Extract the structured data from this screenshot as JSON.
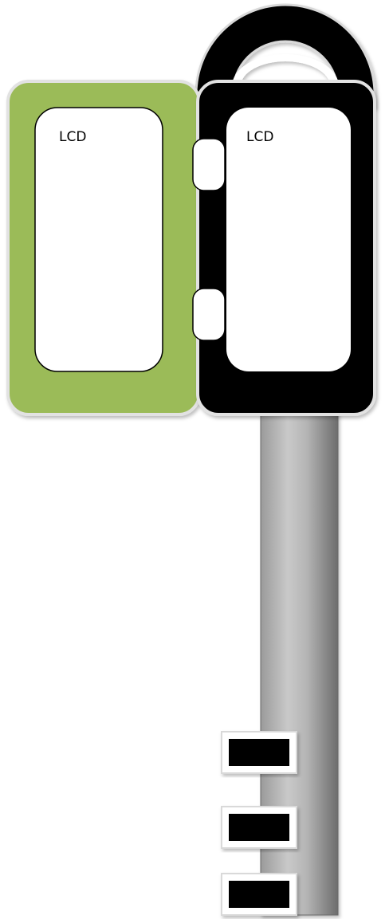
{
  "panels": {
    "left_screen_label": "LCD",
    "right_screen_label": "LCD"
  },
  "colors": {
    "left_panel": "#9bbb59",
    "right_panel": "#000000",
    "screen": "#ffffff",
    "shaft_light": "#d4d4d4",
    "shaft_dark": "#7a7a7a",
    "teeth": "#000000"
  },
  "icons": [
    "hinge-icon",
    "key-shaft",
    "key-tooth",
    "shackle-icon"
  ]
}
